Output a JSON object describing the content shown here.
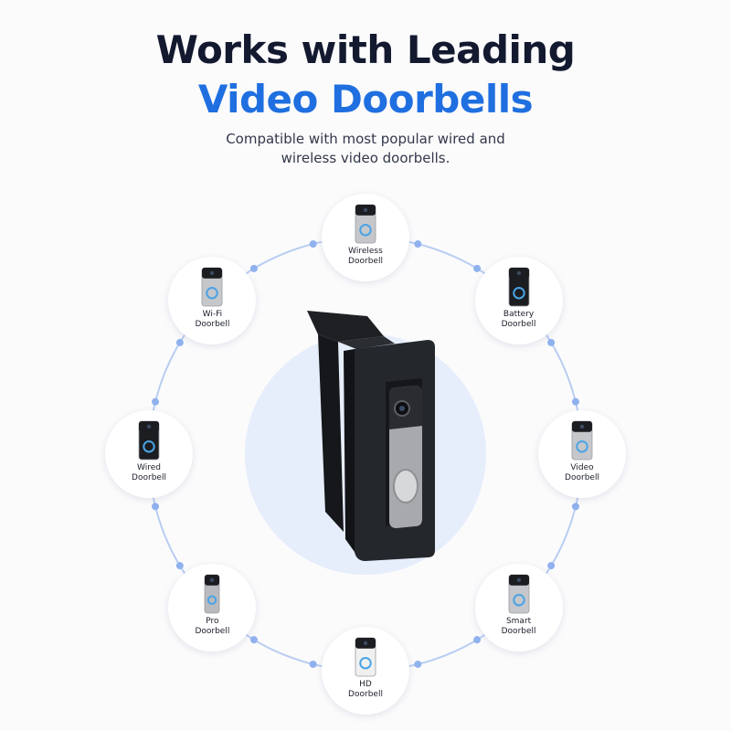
{
  "header": {
    "line1": "Works with Leading",
    "line2": "Video Doorbells",
    "subtitle": "Compatible with most popular wired and\nwireless video doorbells."
  },
  "colors": {
    "title_dark": "#13192f",
    "title_accent": "#1f6fe0",
    "ring": "#b9cdf2",
    "dot": "#8fb1ee",
    "hub": "#e6edfb"
  },
  "doorbells": [
    {
      "label": "Wireless\nDoorbell",
      "style": "silver-black-top"
    },
    {
      "label": "Battery\nDoorbell",
      "style": "black"
    },
    {
      "label": "Video\nDoorbell",
      "style": "silver-black-top"
    },
    {
      "label": "Smart\nDoorbell",
      "style": "silver-black-top"
    },
    {
      "label": "HD\nDoorbell",
      "style": "white-black-top"
    },
    {
      "label": "Pro\nDoorbell",
      "style": "slim-silver"
    },
    {
      "label": "Wired\nDoorbell",
      "style": "black"
    },
    {
      "label": "Wi-Fi\nDoorbell",
      "style": "silver-black-top"
    }
  ],
  "center_product": {
    "icon": "doorbell-angle-mount-icon"
  }
}
